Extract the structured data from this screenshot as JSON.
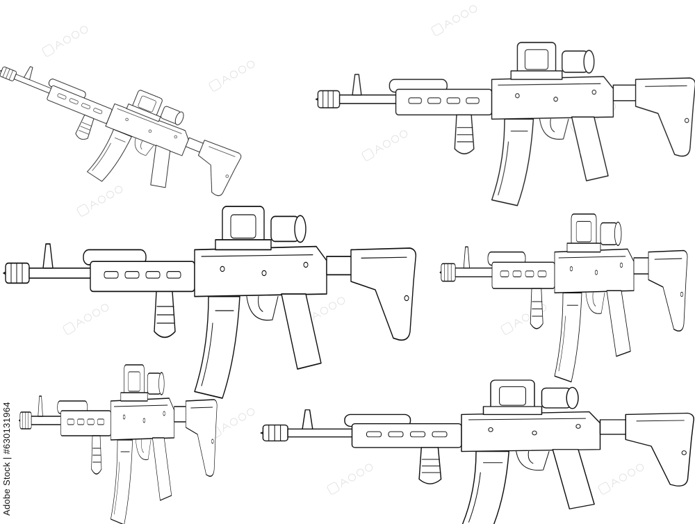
{
  "stock_id_text": "Adobe Stock | #630131964",
  "illustrations": [
    {
      "name": "rifle-view-1"
    },
    {
      "name": "rifle-view-2"
    },
    {
      "name": "rifle-view-3"
    },
    {
      "name": "rifle-view-4"
    },
    {
      "name": "rifle-view-5"
    },
    {
      "name": "rifle-view-6"
    }
  ],
  "colors": {
    "line": "#111111",
    "background": "#ffffff",
    "watermark": "#cfcfcf"
  }
}
